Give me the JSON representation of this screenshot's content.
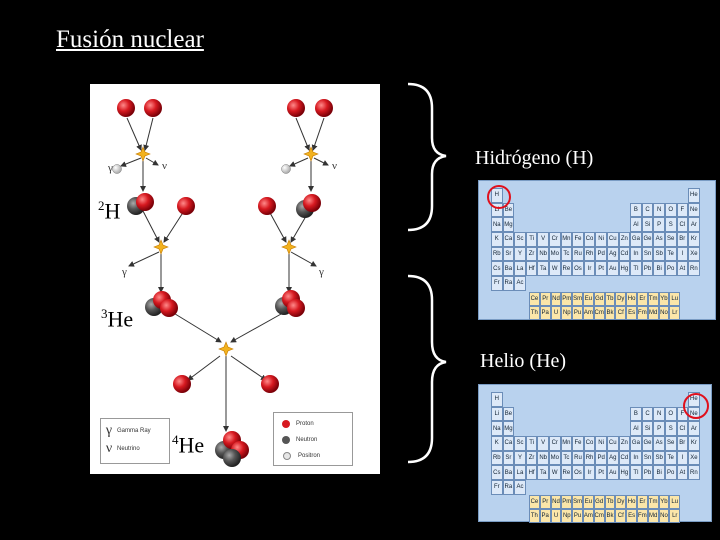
{
  "title": "Fusión nuclear",
  "labels": {
    "deuterium": {
      "mass": "2",
      "symbol": "H"
    },
    "helium3": {
      "mass": "3",
      "symbol": "He"
    },
    "helium4": {
      "mass": "4",
      "symbol": "He"
    }
  },
  "brace_labels": {
    "hydrogen": "Hidrógeno (H)",
    "helium": "Helio (He)"
  },
  "legend_left": [
    {
      "symbol": "γ",
      "text": "Gamma Ray"
    },
    {
      "symbol": "ν",
      "text": "Neutrino"
    }
  ],
  "legend_right": [
    {
      "text": "Proton"
    },
    {
      "text": "Neutron"
    },
    {
      "text": "Positron"
    }
  ],
  "diagram_symbols": {
    "gamma": "γ",
    "neutrino": "ν"
  },
  "colors": {
    "proton": "#d71920",
    "neutron": "#555555",
    "positron": "#e6e6e6",
    "highlight": "#e0101c",
    "table_bg": "#b9d2ee"
  },
  "periodic_table": {
    "main": [
      [
        "H",
        "",
        "",
        "",
        "",
        "",
        "",
        "",
        "",
        "",
        "",
        "",
        "",
        "",
        "",
        "",
        "",
        "He"
      ],
      [
        "Li",
        "Be",
        "",
        "",
        "",
        "",
        "",
        "",
        "",
        "",
        "",
        "",
        "B",
        "C",
        "N",
        "O",
        "F",
        "Ne"
      ],
      [
        "Na",
        "Mg",
        "",
        "",
        "",
        "",
        "",
        "",
        "",
        "",
        "",
        "",
        "Al",
        "Si",
        "P",
        "S",
        "Cl",
        "Ar"
      ],
      [
        "K",
        "Ca",
        "Sc",
        "Ti",
        "V",
        "Cr",
        "Mn",
        "Fe",
        "Co",
        "Ni",
        "Cu",
        "Zn",
        "Ga",
        "Ge",
        "As",
        "Se",
        "Br",
        "Kr"
      ],
      [
        "Rb",
        "Sr",
        "Y",
        "Zr",
        "Nb",
        "Mo",
        "Tc",
        "Ru",
        "Rh",
        "Pd",
        "Ag",
        "Cd",
        "In",
        "Sn",
        "Sb",
        "Te",
        "I",
        "Xe"
      ],
      [
        "Cs",
        "Ba",
        "La",
        "Hf",
        "Ta",
        "W",
        "Re",
        "Os",
        "Ir",
        "Pt",
        "Au",
        "Hg",
        "Tl",
        "Pb",
        "Bi",
        "Po",
        "At",
        "Rn"
      ],
      [
        "Fr",
        "Ra",
        "Ac",
        "",
        "",
        "",
        "",
        "",
        "",
        "",
        "",
        "",
        "",
        "",
        "",
        "",
        "",
        ""
      ]
    ],
    "f_block": [
      [
        "Ce",
        "Pr",
        "Nd",
        "Pm",
        "Sm",
        "Eu",
        "Gd",
        "Tb",
        "Dy",
        "Ho",
        "Er",
        "Tm",
        "Yb",
        "Lu",
        ""
      ],
      [
        "Th",
        "Pa",
        "U",
        "Np",
        "Pu",
        "Am",
        "Cm",
        "Bk",
        "Cf",
        "Es",
        "Fm",
        "Md",
        "No",
        "Lr",
        ""
      ]
    ]
  }
}
